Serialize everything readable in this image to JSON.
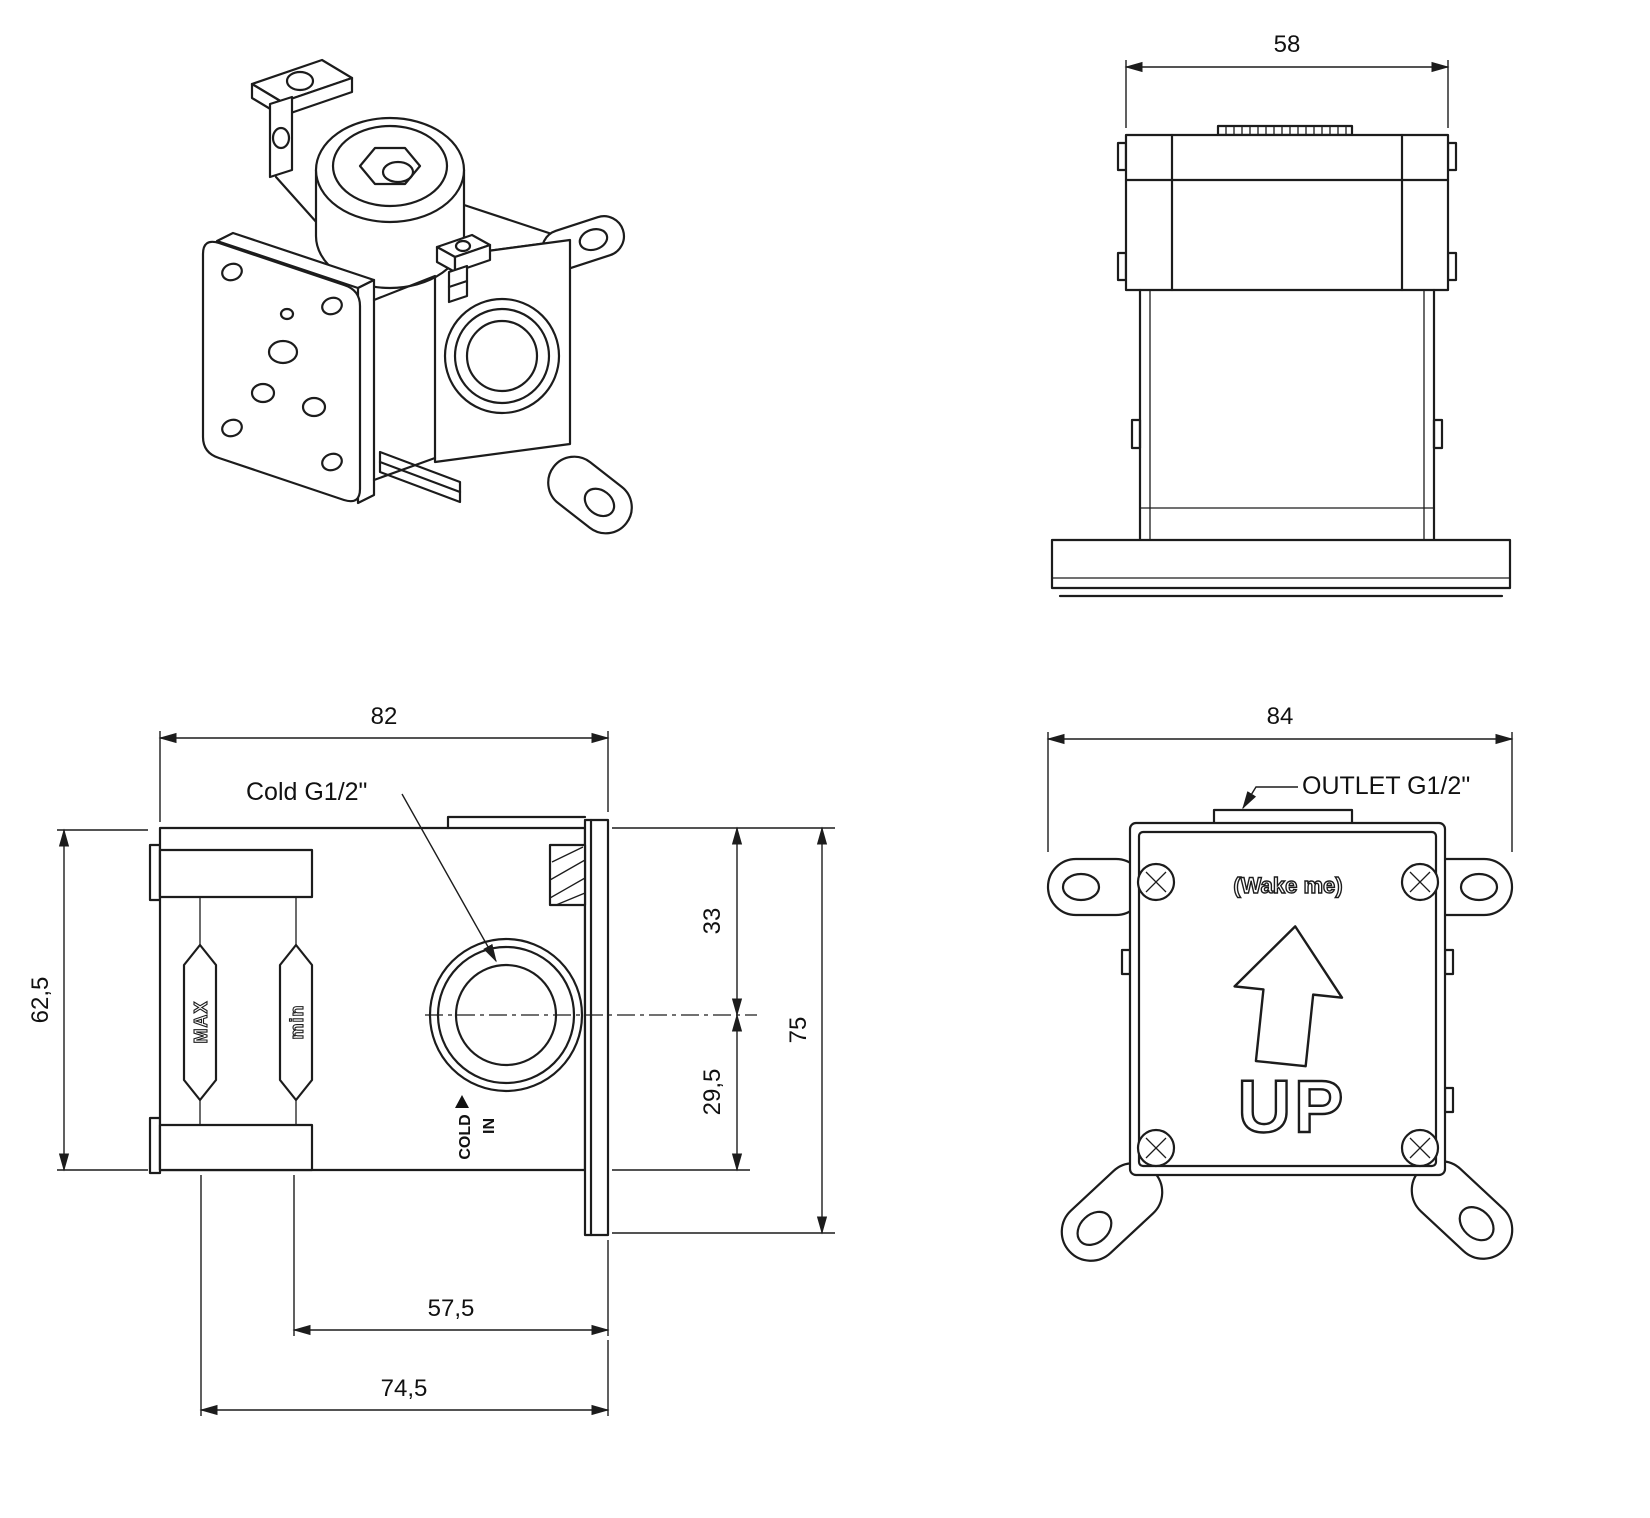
{
  "drawing": {
    "background": "#ffffff",
    "line_color": "#1c1c1c",
    "views": {
      "top": {
        "dim_width": "58"
      },
      "side": {
        "dim_width": "82",
        "dim_height_left": "62,5",
        "dim_top_to_center": "33",
        "dim_center_to_bottom": "29,5",
        "dim_total_height": "75",
        "dim_bottom_inner": "57,5",
        "dim_bottom_outer": "74,5",
        "cold_port_label": "Cold G1/2\"",
        "max_label": "MAX",
        "min_label": "min",
        "cold_label": "COLD",
        "in_label": "IN",
        "flow_arrow_icon": "up-triangle"
      },
      "front": {
        "dim_width": "84",
        "outlet_label": "OUTLET G1/2\"",
        "wake_me_label": "(Wake me)",
        "up_label": "UP",
        "up_arrow_icon": "up-arrow"
      }
    }
  }
}
